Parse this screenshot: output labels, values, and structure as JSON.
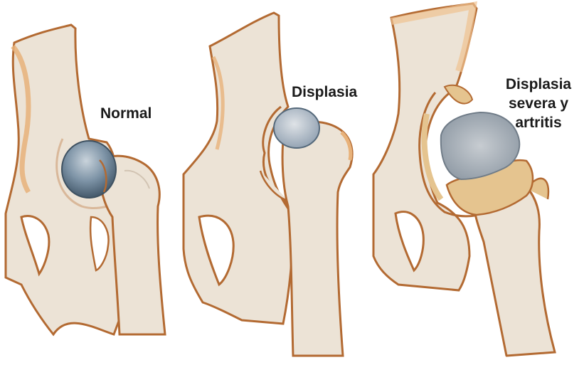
{
  "panels": [
    {
      "id": "normal",
      "label": "Normal"
    },
    {
      "id": "dysplasia",
      "label": "Displasia"
    },
    {
      "id": "severe",
      "label_lines": [
        "Displasia",
        "severa y",
        "artritis"
      ]
    }
  ],
  "colors": {
    "bone": "#ece3d6",
    "bone_outline": "#b36a32",
    "cortex": "#e8b27a",
    "cartilage": "#9aa8b6",
    "femoral_head_normal": "#5a7387",
    "osteophyte": "#e5c48f"
  }
}
